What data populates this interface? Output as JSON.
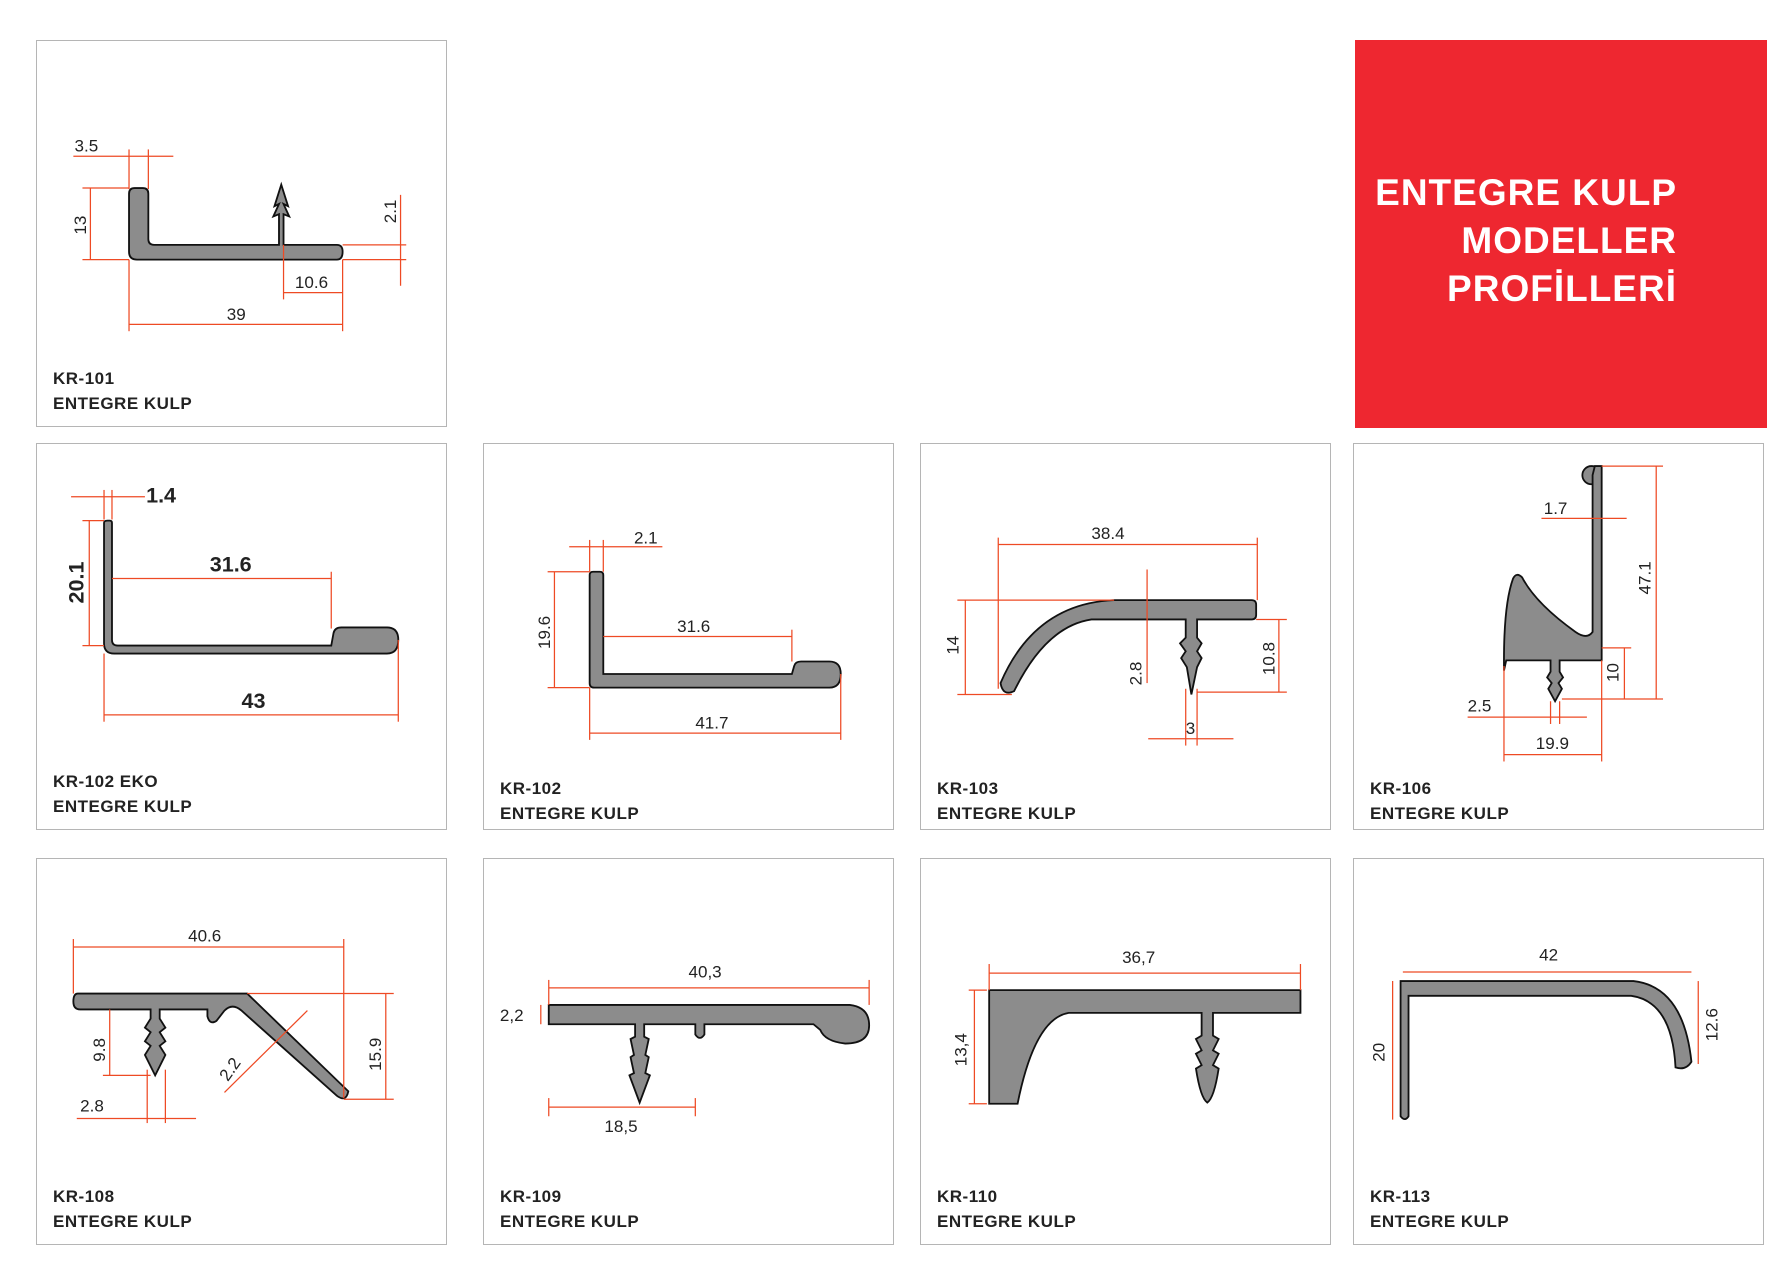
{
  "hero": {
    "lines": [
      "ENTEGRE KULP",
      "MODELLER",
      "PROFİLLERİ"
    ],
    "background": "#ee2730"
  },
  "dimension_color": "#ee4a24",
  "profiles": [
    {
      "code": "KR-101",
      "name": "ENTEGRE KULP",
      "dims": [
        "3.5",
        "13",
        "2.1",
        "10.6",
        "39"
      ]
    },
    {
      "code": "KR-102 EKO",
      "name": "ENTEGRE KULP",
      "dims": [
        "1.4",
        "20.1",
        "31.6",
        "43"
      ]
    },
    {
      "code": "KR-102",
      "name": "ENTEGRE KULP",
      "dims": [
        "2.1",
        "19.6",
        "31.6",
        "41.7"
      ]
    },
    {
      "code": "KR-103",
      "name": "ENTEGRE KULP",
      "dims": [
        "38.4",
        "14",
        "2.8",
        "10.8",
        "3"
      ]
    },
    {
      "code": "KR-106",
      "name": "ENTEGRE KULP",
      "dims": [
        "1.7",
        "47.1",
        "10",
        "2.5",
        "19.9"
      ]
    },
    {
      "code": "KR-108",
      "name": "ENTEGRE KULP",
      "dims": [
        "40.6",
        "9.8",
        "2.2",
        "15.9",
        "2.8"
      ]
    },
    {
      "code": "KR-109",
      "name": "ENTEGRE KULP",
      "dims": [
        "40,3",
        "2,2",
        "18,5"
      ]
    },
    {
      "code": "KR-110",
      "name": "ENTEGRE KULP",
      "dims": [
        "36,7",
        "13,4"
      ]
    },
    {
      "code": "KR-113",
      "name": "ENTEGRE KULP",
      "dims": [
        "42",
        "20",
        "12.6"
      ]
    }
  ]
}
